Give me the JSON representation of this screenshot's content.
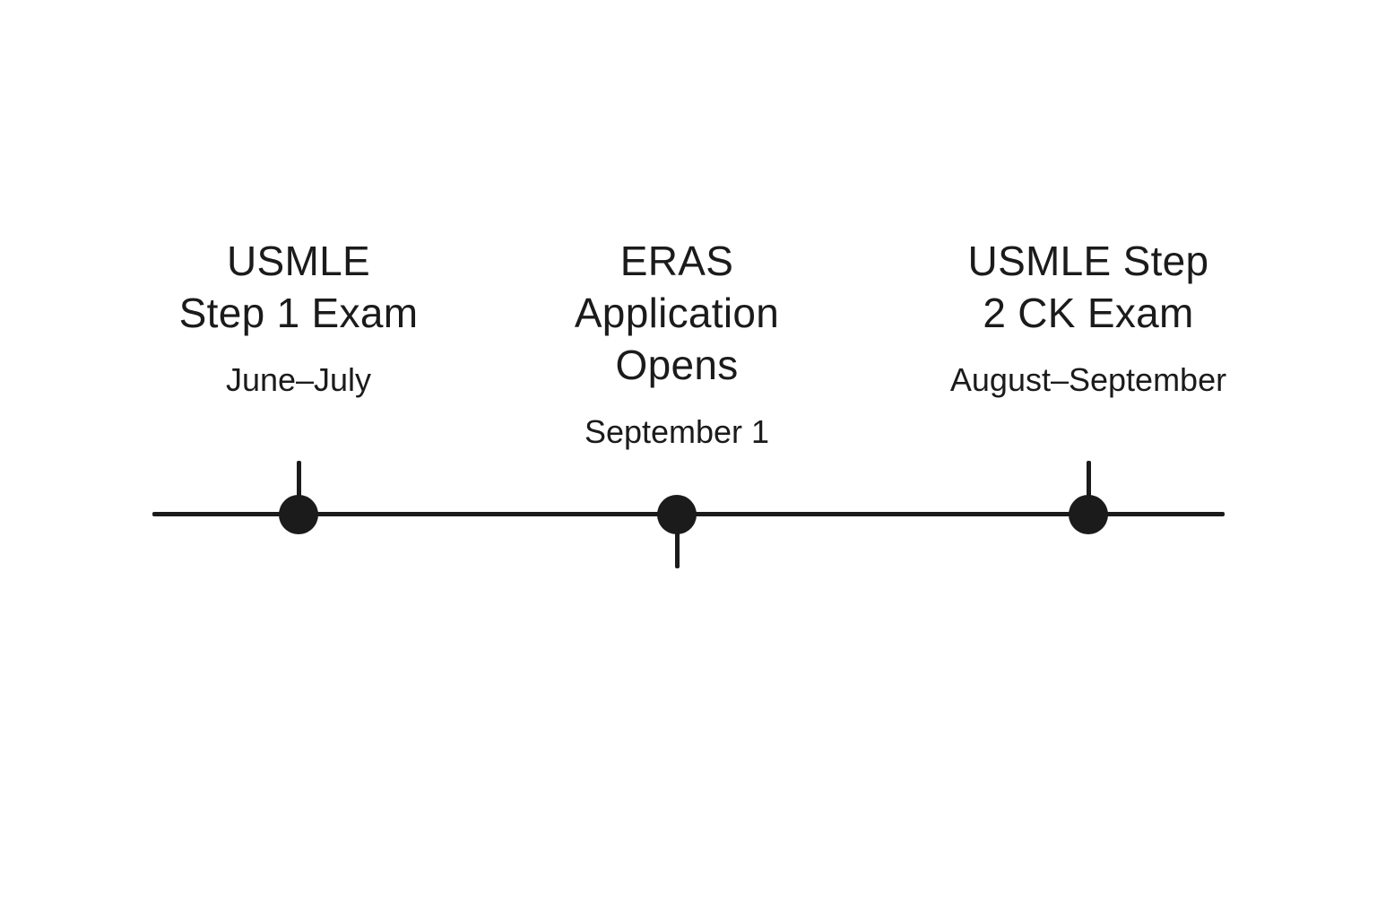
{
  "timeline": {
    "events": [
      {
        "title_lines": [
          "USMLE",
          "Step 1 Exam"
        ],
        "date": "June–July"
      },
      {
        "title_lines": [
          "ERAS",
          "Application",
          "Opens"
        ],
        "date": "September 1"
      },
      {
        "title_lines": [
          "USMLE Step",
          "2 CK Exam"
        ],
        "date": "August–September"
      }
    ],
    "colors": {
      "line": "#1b1b1b",
      "text": "#1b1b1b",
      "background": "#ffffff"
    }
  }
}
